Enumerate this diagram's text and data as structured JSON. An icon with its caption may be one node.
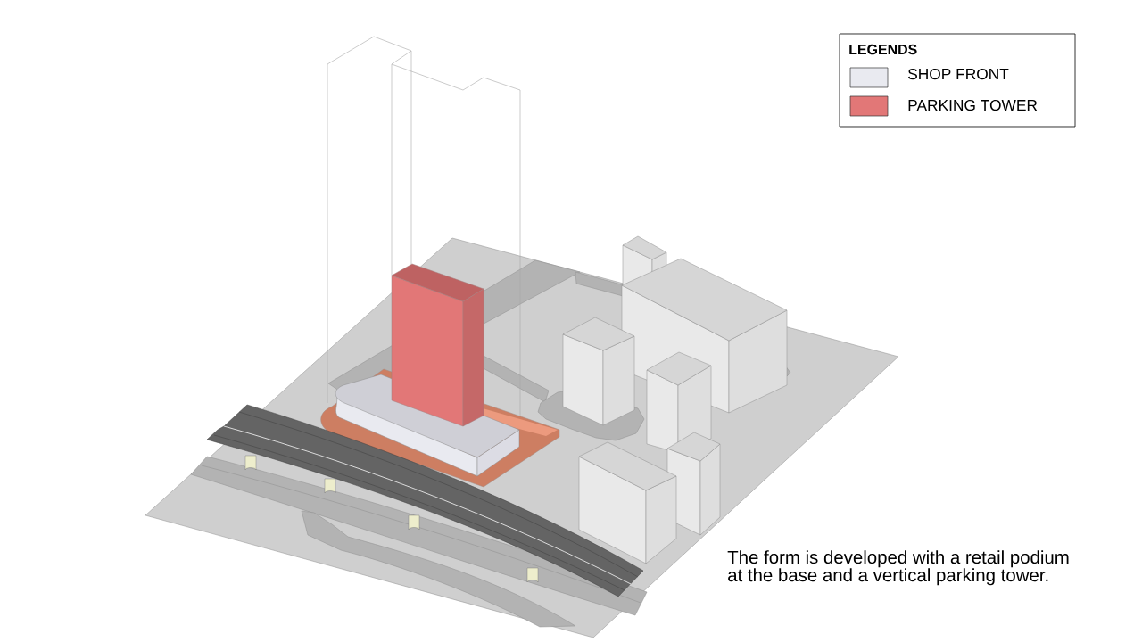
{
  "diagram": {
    "caption": "The form is developed with a retail podium at the base and a vertical parking tower.",
    "labels": [
      "LEGENDS"
    ],
    "legend": [
      {
        "text": "SHOP FRONT",
        "color": "#e9eaf0"
      },
      {
        "text": "PARKING TOWER",
        "color": "#e27777"
      }
    ]
  }
}
